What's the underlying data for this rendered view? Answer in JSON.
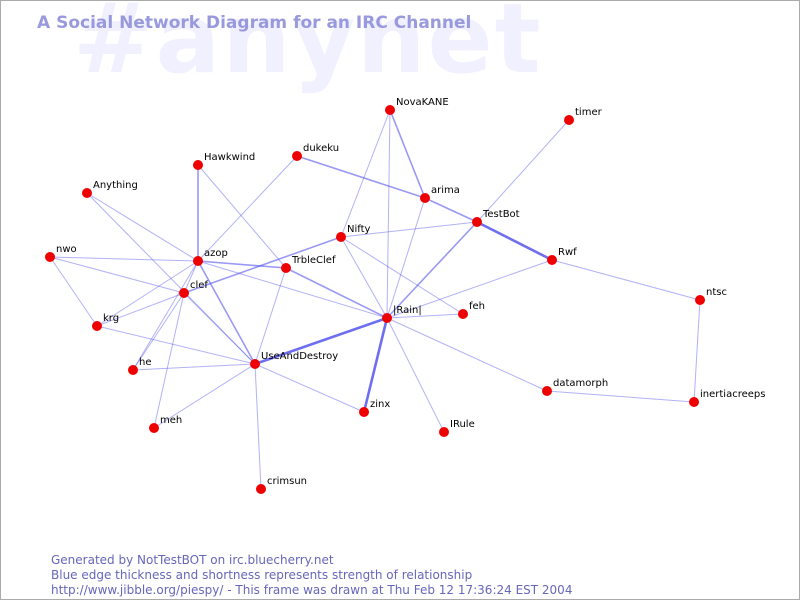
{
  "watermark": "#anynet",
  "title": "A Social Network Diagram for an IRC Channel",
  "colors": {
    "node": "#ee0000",
    "edge": "#5555ee",
    "title": "#9999dd",
    "watermark": "#f0f0ff",
    "footer": "#6666bb"
  },
  "nodes": [
    {
      "id": "NovaKANE"
    },
    {
      "id": "timer"
    },
    {
      "id": "Hawkwind"
    },
    {
      "id": "dukeku"
    },
    {
      "id": "Anything"
    },
    {
      "id": "arima"
    },
    {
      "id": "TestBot"
    },
    {
      "id": "Nifty"
    },
    {
      "id": "nwo"
    },
    {
      "id": "azop"
    },
    {
      "id": "TrbleClef"
    },
    {
      "id": "Rwf"
    },
    {
      "id": "clef"
    },
    {
      "id": "ntsc"
    },
    {
      "id": "feh"
    },
    {
      "id": "krg"
    },
    {
      "id": "|Rain|"
    },
    {
      "id": "UseAndDestroy"
    },
    {
      "id": "he"
    },
    {
      "id": "datamorph"
    },
    {
      "id": "inertiacreeps"
    },
    {
      "id": "zinx"
    },
    {
      "id": "meh"
    },
    {
      "id": "IRule"
    },
    {
      "id": "crimsun"
    }
  ],
  "edges": [
    {
      "source": "|Rain|",
      "target": "UseAndDestroy",
      "strength": 3
    },
    {
      "source": "|Rain|",
      "target": "zinx",
      "strength": 3
    },
    {
      "source": "TestBot",
      "target": "Rwf",
      "strength": 3
    },
    {
      "source": "Nifty",
      "target": "clef",
      "strength": 2
    },
    {
      "source": "NovaKANE",
      "target": "arima",
      "strength": 2
    },
    {
      "source": "arima",
      "target": "TestBot",
      "strength": 2
    },
    {
      "source": "|Rain|",
      "target": "TestBot",
      "strength": 2
    },
    {
      "source": "dukeku",
      "target": "arima",
      "strength": 2
    },
    {
      "source": "Hawkwind",
      "target": "azop",
      "strength": 2
    },
    {
      "source": "azop",
      "target": "TrbleClef",
      "strength": 2
    },
    {
      "source": "TrbleClef",
      "target": "|Rain|",
      "strength": 2
    },
    {
      "source": "azop",
      "target": "UseAndDestroy",
      "strength": 2
    },
    {
      "source": "nwo",
      "target": "clef",
      "strength": 1
    },
    {
      "source": "nwo",
      "target": "azop",
      "strength": 1
    },
    {
      "source": "nwo",
      "target": "krg",
      "strength": 1
    },
    {
      "source": "Anything",
      "target": "azop",
      "strength": 1
    },
    {
      "source": "Anything",
      "target": "UseAndDestroy",
      "strength": 1
    },
    {
      "source": "azop",
      "target": "clef",
      "strength": 1
    },
    {
      "source": "azop",
      "target": "krg",
      "strength": 1
    },
    {
      "source": "azop",
      "target": "he",
      "strength": 1
    },
    {
      "source": "azop",
      "target": "|Rain|",
      "strength": 1
    },
    {
      "source": "clef",
      "target": "krg",
      "strength": 1
    },
    {
      "source": "clef",
      "target": "he",
      "strength": 1
    },
    {
      "source": "clef",
      "target": "meh",
      "strength": 1
    },
    {
      "source": "clef",
      "target": "UseAndDestroy",
      "strength": 1
    },
    {
      "source": "krg",
      "target": "UseAndDestroy",
      "strength": 1
    },
    {
      "source": "he",
      "target": "UseAndDestroy",
      "strength": 1
    },
    {
      "source": "meh",
      "target": "UseAndDestroy",
      "strength": 1
    },
    {
      "source": "UseAndDestroy",
      "target": "crimsun",
      "strength": 1
    },
    {
      "source": "UseAndDestroy",
      "target": "zinx",
      "strength": 1
    },
    {
      "source": "UseAndDestroy",
      "target": "TrbleClef",
      "strength": 1
    },
    {
      "source": "Hawkwind",
      "target": "TrbleClef",
      "strength": 1
    },
    {
      "source": "dukeku",
      "target": "azop",
      "strength": 1
    },
    {
      "source": "NovaKANE",
      "target": "Nifty",
      "strength": 1
    },
    {
      "source": "NovaKANE",
      "target": "|Rain|",
      "strength": 1
    },
    {
      "source": "Nifty",
      "target": "TestBot",
      "strength": 1
    },
    {
      "source": "Nifty",
      "target": "feh",
      "strength": 1
    },
    {
      "source": "Nifty",
      "target": "|Rain|",
      "strength": 1
    },
    {
      "source": "timer",
      "target": "TestBot",
      "strength": 1
    },
    {
      "source": "arima",
      "target": "|Rain|",
      "strength": 1
    },
    {
      "source": "Rwf",
      "target": "ntsc",
      "strength": 1
    },
    {
      "source": "Rwf",
      "target": "|Rain|",
      "strength": 1
    },
    {
      "source": "ntsc",
      "target": "inertiacreeps",
      "strength": 1
    },
    {
      "source": "datamorph",
      "target": "inertiacreeps",
      "strength": 1
    },
    {
      "source": "|Rain|",
      "target": "datamorph",
      "strength": 1
    },
    {
      "source": "|Rain|",
      "target": "IRule",
      "strength": 1
    },
    {
      "source": "|Rain|",
      "target": "feh",
      "strength": 1
    }
  ],
  "footer": {
    "line1": "Generated by NotTestBOT on irc.bluecherry.net",
    "line2": "Blue edge thickness and shortness represents strength of relationship",
    "line3": "http://www.jibble.org/piespy/ - This frame was drawn at Thu Feb 12 17:36:24 EST 2004"
  }
}
